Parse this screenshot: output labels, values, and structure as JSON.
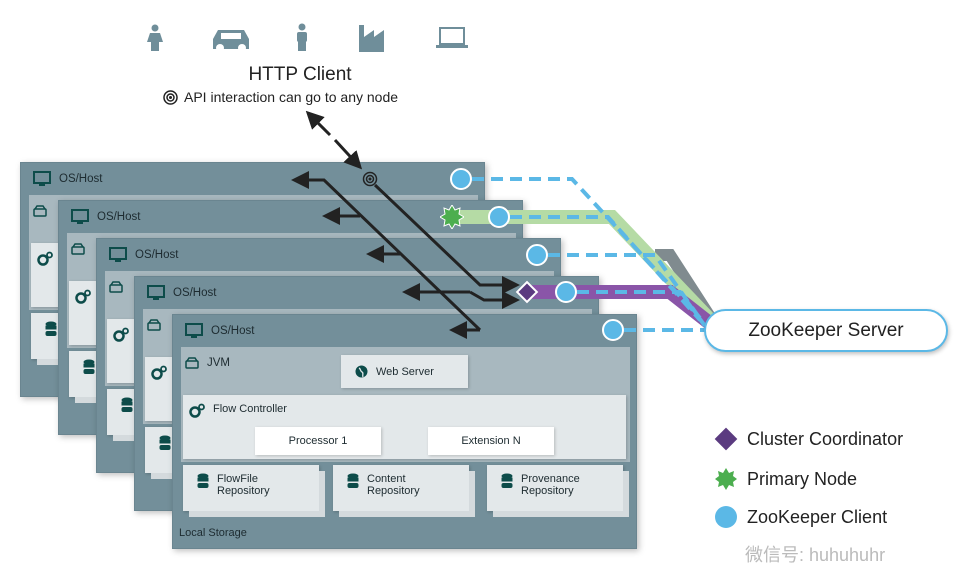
{
  "client_icons": [
    "woman-icon",
    "car-icon",
    "man-icon",
    "factory-icon",
    "laptop-icon"
  ],
  "http_client": {
    "title": "HTTP Client",
    "note": "API interaction can go to any node",
    "note_icon": "target-icon"
  },
  "host": {
    "label": "OS/Host",
    "jvm": "JVM",
    "web_server": "Web Server",
    "flow_controller": "Flow Controller",
    "processor": "Processor 1",
    "extension": "Extension N",
    "flowfile_repo": [
      "FlowFile",
      "Repository"
    ],
    "content_repo": [
      "Content",
      "Repository"
    ],
    "provenance_repo": [
      "Provenance",
      "Repository"
    ],
    "local_storage": "Local Storage"
  },
  "zookeeper_server": "ZooKeeper Server",
  "legend": [
    {
      "label": "Cluster Coordinator",
      "color": "#5b3b80",
      "shape": "diamond"
    },
    {
      "label": "Primary Node",
      "color": "#4cae4f",
      "shape": "star"
    },
    {
      "label": "ZooKeeper Client",
      "color": "#5bb8e6",
      "shape": "circle"
    }
  ],
  "watermark": "微信号: huhuhuhr",
  "colors": {
    "host": "#738f9a",
    "jvm": "#a8b8bf",
    "zk_dash": "#5bb8e6",
    "primary_band": "#b5dba5",
    "coordinator_band": "#8a55a8"
  }
}
